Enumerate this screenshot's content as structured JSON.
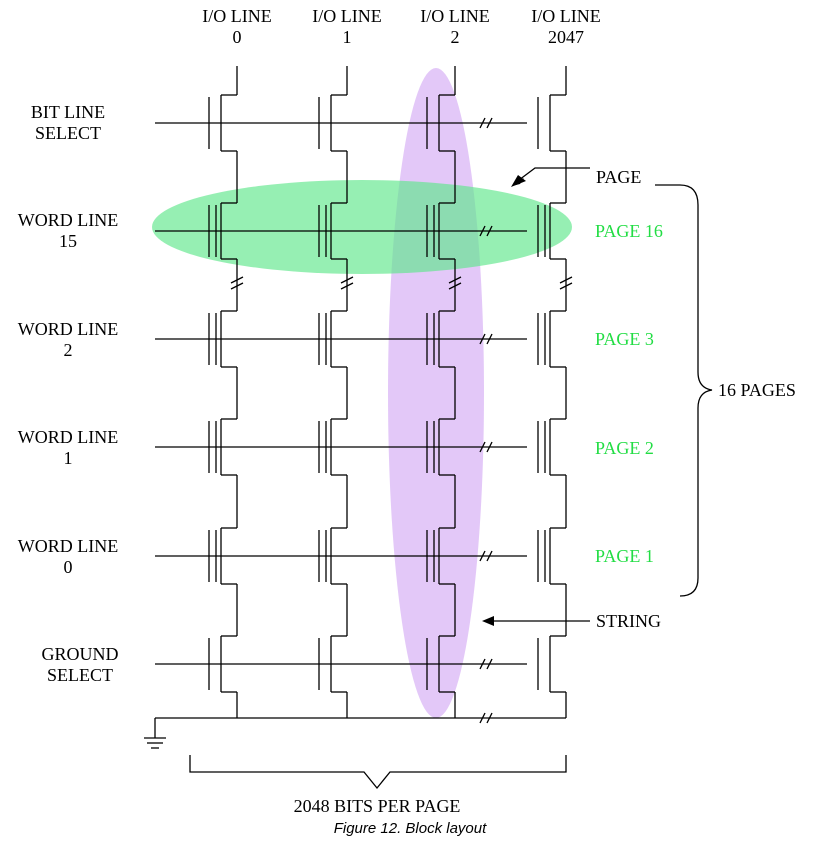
{
  "io_lines": [
    {
      "line1": "I/O LINE",
      "line2": "0"
    },
    {
      "line1": "I/O LINE",
      "line2": "1"
    },
    {
      "line1": "I/O LINE",
      "line2": "2"
    },
    {
      "line1": "I/O LINE",
      "line2": "2047"
    }
  ],
  "rows": [
    {
      "line1": "BIT LINE",
      "line2": "SELECT"
    },
    {
      "line1": "WORD LINE",
      "line2": "15"
    },
    {
      "line1": "WORD LINE",
      "line2": "2"
    },
    {
      "line1": "WORD LINE",
      "line2": "1"
    },
    {
      "line1": "WORD LINE",
      "line2": "0"
    },
    {
      "line1": "GROUND",
      "line2": "SELECT"
    }
  ],
  "pages": [
    "PAGE 16",
    "PAGE 3",
    "PAGE 2",
    "PAGE 1"
  ],
  "annotations": {
    "page": "PAGE",
    "string": "STRING",
    "sixteen_pages": "16 PAGES",
    "bits_per_page": "2048 BITS PER PAGE"
  },
  "caption": "Figure 12. Block layout",
  "colors": {
    "page_highlight": "#5ee68a",
    "string_highlight": "#d9b6f5",
    "page_label": "#22dd44"
  }
}
